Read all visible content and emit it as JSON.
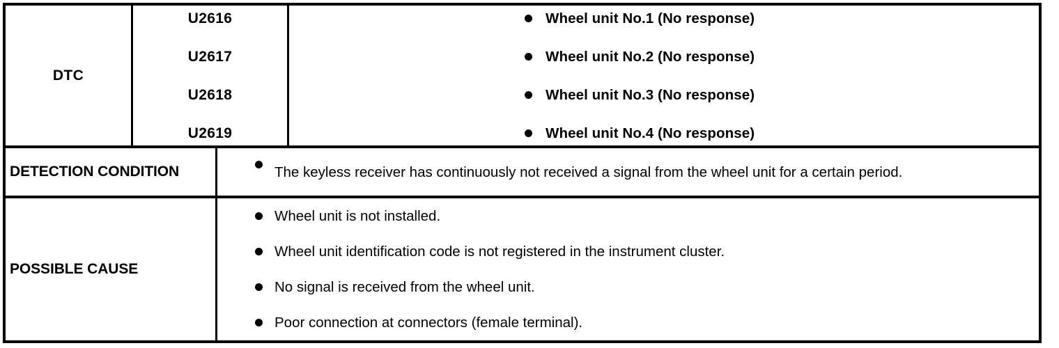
{
  "table": {
    "rows": [
      {
        "label": "DTC",
        "codes": [
          "U2616",
          "U2617",
          "U2618",
          "U2619"
        ],
        "descriptions": [
          "Wheel unit No.1 (No response)",
          "Wheel unit No.2 (No response)",
          "Wheel unit No.3 (No response)",
          "Wheel unit No.4 (No response)"
        ]
      },
      {
        "label": "DETECTION CONDITION",
        "items": [
          "The keyless receiver has continuously not received a signal from the wheel unit for a certain period."
        ]
      },
      {
        "label": "POSSIBLE CAUSE",
        "items": [
          "Wheel unit is not installed.",
          "Wheel unit identification code is not registered in the instrument cluster.",
          "No signal is received from the wheel unit.",
          "Poor connection at connectors (female terminal)."
        ]
      }
    ]
  },
  "icons": {
    "bullet": "bullet-icon"
  },
  "colors": {
    "border": "#000000",
    "text": "#000000",
    "background": "#ffffff"
  }
}
